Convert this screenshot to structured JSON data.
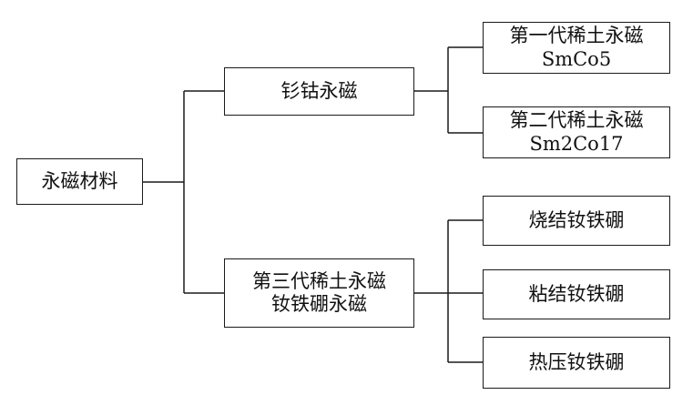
{
  "diagram": {
    "root": {
      "label": "永磁材料"
    },
    "branches": [
      {
        "label_lines": [
          "钐钴永磁"
        ],
        "children": [
          {
            "label_lines": [
              "第一代稀土永磁",
              "SmCo5"
            ]
          },
          {
            "label_lines": [
              "第二代稀土永磁",
              "Sm2Co17"
            ]
          }
        ]
      },
      {
        "label_lines": [
          "第三代稀土永磁",
          "钕铁硼永磁"
        ],
        "children": [
          {
            "label_lines": [
              "烧结钕铁硼"
            ]
          },
          {
            "label_lines": [
              "粘结钕铁硼"
            ]
          },
          {
            "label_lines": [
              "热压钕铁硼"
            ]
          }
        ]
      }
    ]
  }
}
